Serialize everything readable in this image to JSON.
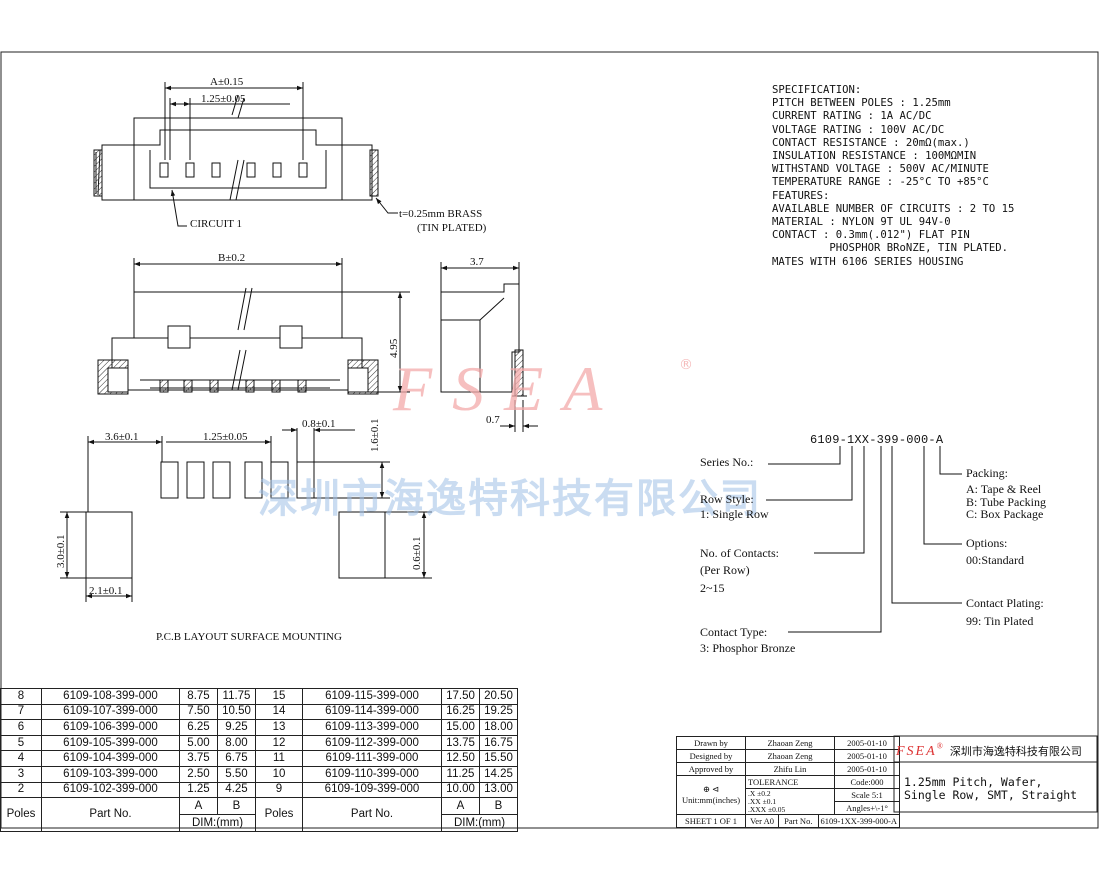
{
  "watermark": {
    "logo": "FSEA",
    "reg_mark": "®",
    "company_cn": "深圳市海逸特科技有限公司"
  },
  "drawing": {
    "top_view": {
      "dim_a": "A±0.15",
      "dim_pitch": "1.25±0.05",
      "circuit_label": "CIRCUIT 1",
      "brass_label": "t=0.25mm BRASS",
      "tin_label": "(TIN PLATED)"
    },
    "front_view": {
      "dim_b": "B±0.2",
      "dim_height": "4.95"
    },
    "side_view": {
      "dim_width": "3.7",
      "dim_pin": "0.7"
    },
    "pcb_layout": {
      "dim_left": "3.6±0.1",
      "dim_pitch": "1.25±0.05",
      "dim_pad": "0.8±0.1",
      "dim_pad_len": "1.6±0.1",
      "dim_mount_h": "3.0±0.1",
      "dim_mount_w": "2.1±0.1",
      "dim_small_h": "0.6±0.1",
      "title": "P.C.B LAYOUT SURFACE MOUNTING"
    }
  },
  "specification": [
    "SPECIFICATION:",
    "PITCH BETWEEN POLES : 1.25mm",
    "CURRENT RATING : 1A AC/DC",
    "VOLTAGE RATING : 100V AC/DC",
    "CONTACT RESISTANCE : 20mΩ(max.)",
    "INSULATION RESISTANCE : 100MΩMIN",
    "WITHSTAND VOLTAGE : 500V AC/MINUTE",
    "TEMPERATURE RANGE : -25°C TO +85°C",
    "FEATURES:",
    "AVAILABLE NUMBER OF CIRCUITS : 2 TO 15",
    "MATERIAL : NYLON 9T UL 94V-0",
    "CONTACT : 0.3mm(.012\") FLAT PIN",
    "         PHOSPHOR BRoNZE, TIN PLATED.",
    "MATES WITH 6106 SERIES HOUSING"
  ],
  "part_code": {
    "number": "6109-1XX-399-000-A",
    "series_label": "Series No.:",
    "row_style_label": "Row Style:",
    "row_style_value": "1: Single Row",
    "contacts_label": "No. of Contacts:",
    "contacts_sub": "(Per Row)",
    "contacts_value": "2~15",
    "contact_type_label": "Contact Type:",
    "contact_type_value": "3: Phosphor Bronze",
    "packing_label": "Packing:",
    "packing_a": "A: Tape & Reel",
    "packing_b": "B: Tube Packing",
    "packing_c": "C: Box Package",
    "options_label": "Options:",
    "options_value": "00:Standard",
    "plating_label": "Contact Plating:",
    "plating_value": "99: Tin Plated"
  },
  "parts_table": {
    "header_poles": "Poles",
    "header_part": "Part No.",
    "header_a": "A",
    "header_b": "B",
    "header_dim": "DIM:(mm)",
    "rows": [
      {
        "p1": "8",
        "n1": "6109-108-399-000",
        "a1": "8.75",
        "b1": "11.75",
        "p2": "15",
        "n2": "6109-115-399-000",
        "a2": "17.50",
        "b2": "20.50"
      },
      {
        "p1": "7",
        "n1": "6109-107-399-000",
        "a1": "7.50",
        "b1": "10.50",
        "p2": "14",
        "n2": "6109-114-399-000",
        "a2": "16.25",
        "b2": "19.25"
      },
      {
        "p1": "6",
        "n1": "6109-106-399-000",
        "a1": "6.25",
        "b1": "9.25",
        "p2": "13",
        "n2": "6109-113-399-000",
        "a2": "15.00",
        "b2": "18.00"
      },
      {
        "p1": "5",
        "n1": "6109-105-399-000",
        "a1": "5.00",
        "b1": "8.00",
        "p2": "12",
        "n2": "6109-112-399-000",
        "a2": "13.75",
        "b2": "16.75"
      },
      {
        "p1": "4",
        "n1": "6109-104-399-000",
        "a1": "3.75",
        "b1": "6.75",
        "p2": "11",
        "n2": "6109-111-399-000",
        "a2": "12.50",
        "b2": "15.50"
      },
      {
        "p1": "3",
        "n1": "6109-103-399-000",
        "a1": "2.50",
        "b1": "5.50",
        "p2": "10",
        "n2": "6109-110-399-000",
        "a2": "11.25",
        "b2": "14.25"
      },
      {
        "p1": "2",
        "n1": "6109-102-399-000",
        "a1": "1.25",
        "b1": "4.25",
        "p2": "9",
        "n2": "6109-109-399-000",
        "a2": "10.00",
        "b2": "13.00"
      }
    ]
  },
  "title_block": {
    "drawn_label": "Drawn  by",
    "drawn_by": "Zhaoan Zeng",
    "drawn_date": "2005-01-10",
    "designed_label": "Designed by",
    "designed_by": "Zhaoan Zeng",
    "designed_date": "2005-01-10",
    "approved_label": "Approved by",
    "approved_by": "Zhifu Lin",
    "approved_date": "2005-01-10",
    "tolerance_label": "TOLERANCE",
    "tol_x": ".X      ±0.2",
    "tol_xx": ".XX     ±0.1",
    "tol_xxx": ".XXX   ±0.05",
    "code": "Code:000",
    "scale": "Scale 5:1",
    "angles": "Angles+\\-1°",
    "units": "Unit:mm(inches)",
    "sheet": "SHEET  1  OF  1",
    "ver": "Ver A0",
    "part_no_label": "Part No.",
    "part_no": "6109-1XX-399-000-A",
    "company_logo": "FSEA",
    "company_reg": "®",
    "company_cn": "深圳市海逸特科技有限公司",
    "desc_line1": "1.25mm Pitch, Wafer,",
    "desc_line2": "Single Row, SMT, Straight"
  }
}
